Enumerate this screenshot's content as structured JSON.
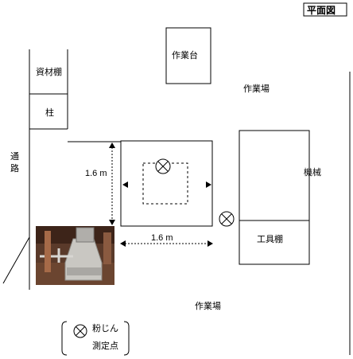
{
  "title": "平面図",
  "labels": {
    "workbench": "作業台",
    "workarea_top": "作業場",
    "workarea_bottom": "作業場",
    "material_shelf": "資材棚",
    "pillar": "柱",
    "passage": [
      "通",
      "路"
    ],
    "machine": "機械",
    "tool_shelf": "工具棚",
    "dim_vertical": "1.6 m",
    "dim_horizontal": "1.6 m"
  },
  "legend": {
    "line1": "粉じん",
    "line2": "測定点"
  }
}
